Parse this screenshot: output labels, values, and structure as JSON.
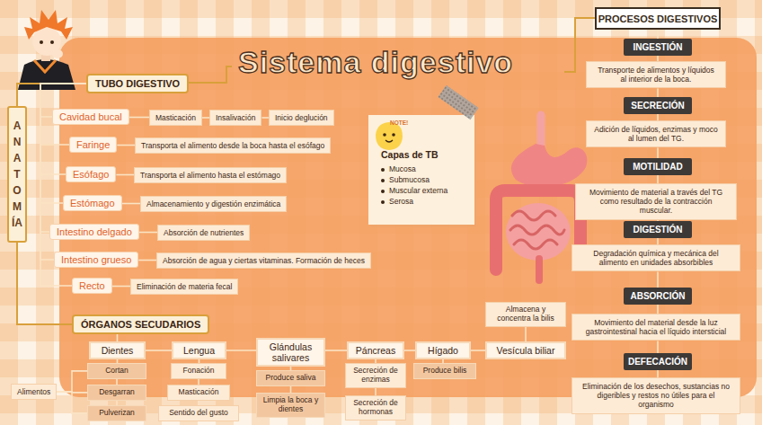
{
  "diagram": {
    "title": "Sistema digestivo",
    "nodes": [
      {
        "text": [
          "ANATOMÍA"
        ]
      },
      {
        "text": [
          "TUBO DIGESTIVO"
        ]
      },
      {
        "text": [
          "Cavidad bucal"
        ]
      },
      {
        "text": [
          "Masticación"
        ]
      },
      {
        "text": [
          "Insalivación"
        ]
      },
      {
        "text": [
          "Inicio deglución"
        ]
      },
      {
        "text": [
          "Faringe"
        ]
      },
      {
        "text": [
          "Transporta el alimento desde la boca hasta el esófago"
        ]
      },
      {
        "text": [
          "Esófago"
        ]
      },
      {
        "text": [
          "Transporta el alimento hasta el estómago"
        ]
      },
      {
        "text": [
          "Estómago"
        ]
      },
      {
        "text": [
          "Almacenamiento y digestión enzimática"
        ]
      },
      {
        "text": [
          "Intestino delgado"
        ]
      },
      {
        "text": [
          "Absorción de nutrientes"
        ]
      },
      {
        "text": [
          "Intestino grueso"
        ]
      },
      {
        "text": [
          "Absorción de agua y ciertas vitaminas. Formación de heces"
        ]
      },
      {
        "text": [
          "Recto"
        ]
      },
      {
        "text": [
          "Eliminación de materia fecal"
        ]
      },
      {
        "text": [
          "ÓRGANOS SECUDARIOS"
        ]
      },
      {
        "text": [
          "Dientes"
        ]
      },
      {
        "text": [
          "Cortan"
        ]
      },
      {
        "text": [
          "Desgarran"
        ]
      },
      {
        "text": [
          "Pulverizan"
        ]
      },
      {
        "text": [
          "Lengua"
        ]
      },
      {
        "text": [
          "Fonación"
        ]
      },
      {
        "text": [
          "Masticación"
        ]
      },
      {
        "text": [
          "Sentido del gusto"
        ]
      },
      {
        "text": [
          "Glándulas salivares"
        ]
      },
      {
        "text": [
          "Produce saliva"
        ]
      },
      {
        "text": [
          "Limpia la boca y dientes"
        ]
      },
      {
        "text": [
          "Páncreas"
        ]
      },
      {
        "text": [
          "Secreción de enzimas"
        ]
      },
      {
        "text": [
          "Secreción de hormonas"
        ]
      },
      {
        "text": [
          "Hígado"
        ]
      },
      {
        "text": [
          "Produce bilis"
        ]
      },
      {
        "text": [
          "Vesícula biliar"
        ]
      },
      {
        "text": [
          "Almacena y concentra la bilis"
        ]
      },
      {
        "text": [
          "NOTE!",
          "Capas de TB",
          "Mucosa",
          "Submucosa",
          "Muscular externa",
          "Serosa"
        ]
      },
      {
        "text": [
          "PROCESOS DIGESTIVOS"
        ]
      },
      {
        "text": [
          "INGESTIÓN"
        ]
      },
      {
        "text": [
          "Transporte de alimentos y líquidos al interior de la boca."
        ]
      },
      {
        "text": [
          "SECRECIÓN"
        ]
      },
      {
        "text": [
          "Adición de líquidos, enzimas y moco al lumen del TG."
        ]
      },
      {
        "text": [
          "MOTILIDAD"
        ]
      },
      {
        "text": [
          "Movimiento de material a través del TG como resultado de la contracción muscular."
        ]
      },
      {
        "text": [
          "DIGESTIÓN"
        ]
      },
      {
        "text": [
          "Degradación química y mecánica del alimento en unidades absorbibles"
        ]
      },
      {
        "text": [
          "ABSORCIÓN"
        ]
      },
      {
        "text": [
          "Movimiento del material desde la luz gastrointestinal hacia el líquido intersticial"
        ]
      },
      {
        "text": [
          "DEFECACIÓN"
        ]
      },
      {
        "text": [
          "Eliminación de los desechos, sustancias no digeribles y restos no útiles para el organismo"
        ]
      },
      {
        "text": [
          "Alimentos"
        ]
      }
    ],
    "edges": [
      {
        "from": 0,
        "to": 1,
        "arrow": "none"
      },
      {
        "from": 0,
        "to": 18,
        "arrow": "none"
      },
      {
        "from": 1,
        "to": 2,
        "arrow": "none"
      },
      {
        "from": 1,
        "to": 6,
        "arrow": "none"
      },
      {
        "from": 1,
        "to": 8,
        "arrow": "none"
      },
      {
        "from": 1,
        "to": 10,
        "arrow": "none"
      },
      {
        "from": 1,
        "to": 12,
        "arrow": "none"
      },
      {
        "from": 1,
        "to": 14,
        "arrow": "none"
      },
      {
        "from": 1,
        "to": 16,
        "arrow": "none"
      },
      {
        "from": 2,
        "to": 3,
        "arrow": "none"
      },
      {
        "from": 3,
        "to": 4,
        "arrow": "none"
      },
      {
        "from": 4,
        "to": 5,
        "arrow": "none"
      },
      {
        "from": 6,
        "to": 7,
        "arrow": "none"
      },
      {
        "from": 8,
        "to": 9,
        "arrow": "none"
      },
      {
        "from": 10,
        "to": 11,
        "arrow": "none"
      },
      {
        "from": 12,
        "to": 13,
        "arrow": "none"
      },
      {
        "from": 14,
        "to": 15,
        "arrow": "none"
      },
      {
        "from": 16,
        "to": 17,
        "arrow": "none"
      },
      {
        "from": 18,
        "to": 19,
        "arrow": "none"
      },
      {
        "from": 19,
        "to": 23,
        "arrow": "none"
      },
      {
        "from": 23,
        "to": 27,
        "arrow": "none"
      },
      {
        "from": 27,
        "to": 30,
        "arrow": "none"
      },
      {
        "from": 30,
        "to": 33,
        "arrow": "none"
      },
      {
        "from": 33,
        "to": 35,
        "arrow": "none"
      },
      {
        "from": 19,
        "to": 20,
        "arrow": "none"
      },
      {
        "from": 20,
        "to": 21,
        "arrow": "none"
      },
      {
        "from": 21,
        "to": 22,
        "arrow": "none"
      },
      {
        "from": 23,
        "to": 24,
        "arrow": "none"
      },
      {
        "from": 24,
        "to": 25,
        "arrow": "none"
      },
      {
        "from": 25,
        "to": 26,
        "arrow": "none"
      },
      {
        "from": 27,
        "to": 28,
        "arrow": "none"
      },
      {
        "from": 28,
        "to": 29,
        "arrow": "none"
      },
      {
        "from": 30,
        "to": 31,
        "arrow": "none"
      },
      {
        "from": 31,
        "to": 32,
        "arrow": "none"
      },
      {
        "from": 33,
        "to": 34,
        "arrow": "none"
      },
      {
        "from": 35,
        "to": 36,
        "arrow": "none"
      },
      {
        "from": 51,
        "to": 20,
        "arrow": "none"
      },
      {
        "from": 51,
        "to": 21,
        "arrow": "none"
      },
      {
        "from": 51,
        "to": 22,
        "arrow": "none"
      },
      {
        "from": 38,
        "to": 39,
        "arrow": "none"
      },
      {
        "from": 39,
        "to": 40,
        "arrow": "none"
      },
      {
        "from": 40,
        "to": 41,
        "arrow": "none"
      },
      {
        "from": 41,
        "to": 42,
        "arrow": "none"
      },
      {
        "from": 42,
        "to": 43,
        "arrow": "none"
      },
      {
        "from": 43,
        "to": 44,
        "arrow": "none"
      },
      {
        "from": 44,
        "to": 45,
        "arrow": "none"
      },
      {
        "from": 45,
        "to": 46,
        "arrow": "none"
      },
      {
        "from": 46,
        "to": 47,
        "arrow": "none"
      },
      {
        "from": 47,
        "to": 48,
        "arrow": "none"
      },
      {
        "from": 48,
        "to": 49,
        "arrow": "none"
      },
      {
        "from": 49,
        "to": 50,
        "arrow": "none"
      }
    ]
  }
}
